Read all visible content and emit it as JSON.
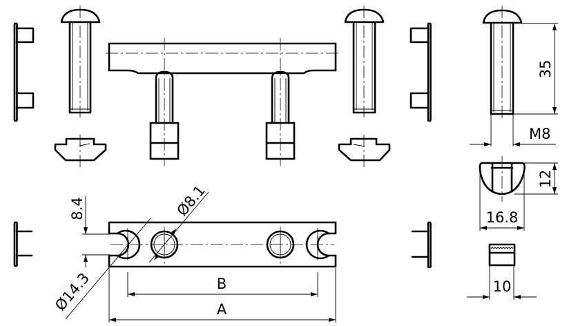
{
  "drawing": {
    "line_color": "#000000",
    "background": "#ffffff",
    "dimensions": {
      "bolt_length": "35",
      "thread": "M8",
      "cap_height": "12",
      "cap_width": "16.8",
      "insert_width": "10",
      "slot_width": "8.4",
      "hole_diameter": "Ø8.1",
      "slot_diameter": "Ø14.3",
      "hole_spacing": "B",
      "overall_length": "A"
    }
  }
}
